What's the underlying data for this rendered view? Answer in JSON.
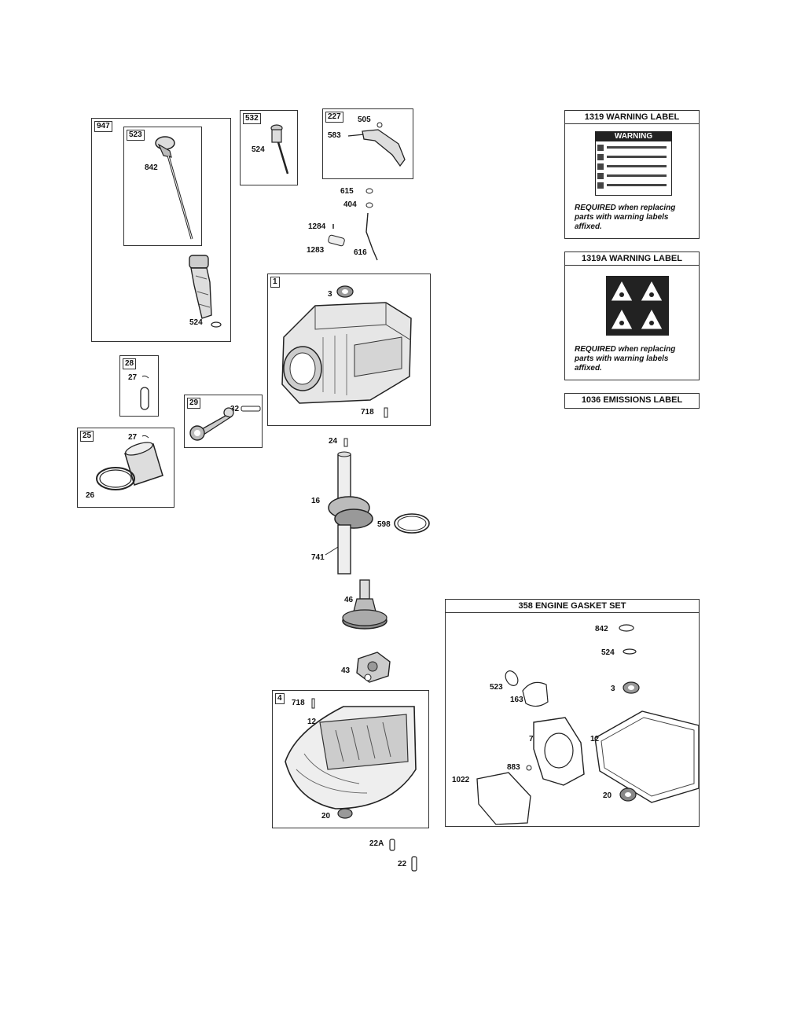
{
  "assemblies": {
    "dipstick_assembly": {
      "tag": "947",
      "inner_tag": "523",
      "labels": [
        "842",
        "524"
      ]
    },
    "dipstick_small": {
      "tag": "532",
      "labels": [
        "524"
      ]
    },
    "breather": {
      "tag": "227",
      "labels": [
        "505",
        "583"
      ]
    },
    "linkage": {
      "labels": [
        "615",
        "404",
        "1284",
        "1283",
        "616"
      ]
    },
    "cylinder": {
      "tag": "1",
      "labels": [
        "3",
        "718"
      ]
    },
    "piston_pin": {
      "tag": "28",
      "labels": [
        "27"
      ]
    },
    "connecting_rod": {
      "tag": "29",
      "labels": [
        "32"
      ]
    },
    "piston": {
      "tag": "25",
      "labels": [
        "27",
        "26"
      ]
    },
    "crankshaft": {
      "labels": [
        "24",
        "16",
        "598",
        "741"
      ]
    },
    "cam_gear": {
      "labels": [
        "46"
      ]
    },
    "oil_pump": {
      "labels": [
        "43"
      ]
    },
    "sump": {
      "tag": "4",
      "labels": [
        "718",
        "12",
        "20"
      ]
    },
    "bottom": {
      "labels": [
        "22A",
        "22"
      ]
    }
  },
  "warning_label": {
    "title": "1319 WARNING LABEL",
    "sign": "WARNING",
    "note_bold": "REQUIRED",
    "note_rest": "when replacing parts with warning labels affixed."
  },
  "warning_label_a": {
    "title": "1319A WARNING LABEL",
    "note_bold": "REQUIRED",
    "note_rest": "when replacing parts with warning labels affixed."
  },
  "emissions_label": {
    "title": "1036 EMISSIONS LABEL"
  },
  "gasket_set": {
    "title": "358 ENGINE GASKET SET",
    "labels": [
      "842",
      "524",
      "523",
      "163",
      "3",
      "7",
      "12",
      "883",
      "1022",
      "20"
    ]
  }
}
